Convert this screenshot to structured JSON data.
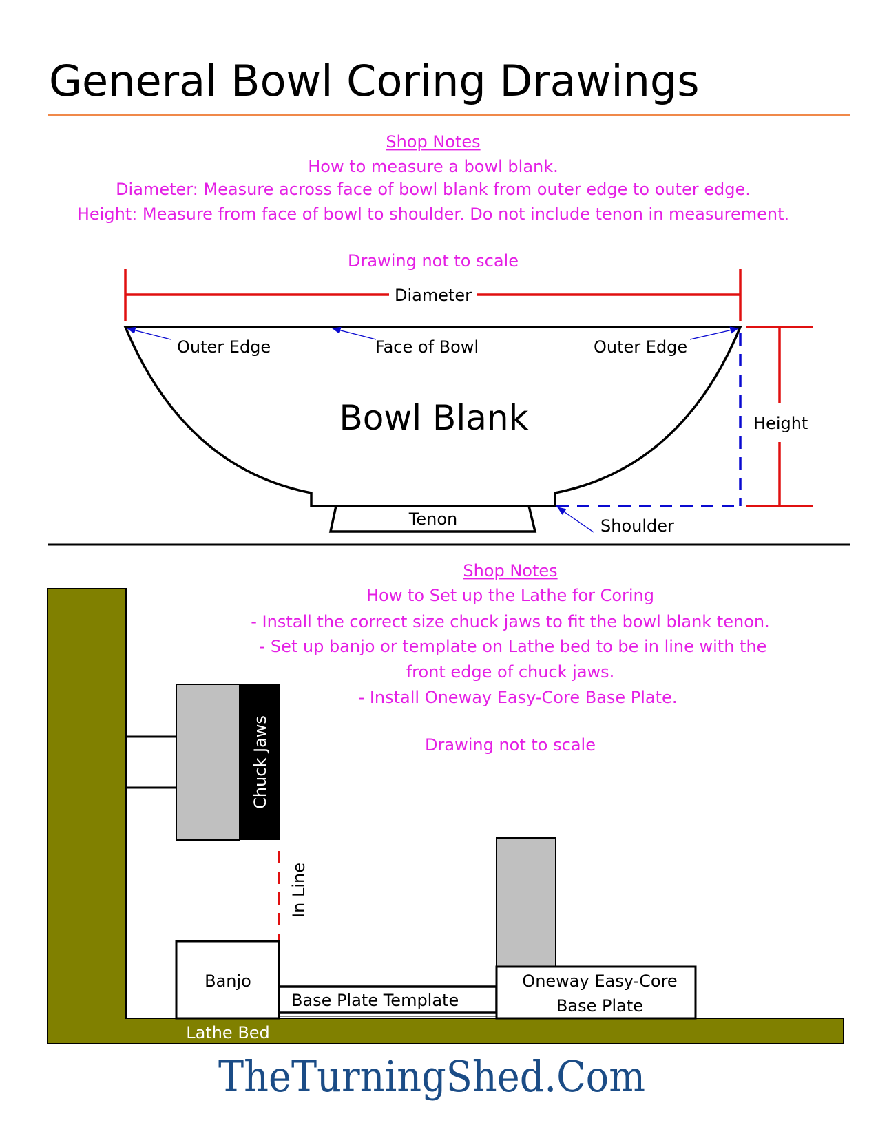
{
  "title": "General Bowl Coring Drawings",
  "colors": {
    "accent_line": "#f0894a",
    "notes": "#e41fe4",
    "dimension": "#e01010",
    "pointer": "#0a0ad0",
    "lathe": "#808000",
    "logo": "#1b4c86"
  },
  "section1": {
    "heading": "Shop Notes",
    "lines": [
      "How to measure a bowl blank.",
      "Diameter: Measure across face of bowl blank from outer edge to outer edge.",
      "Height: Measure from face of bowl to shoulder. Do not include tenon in measurement."
    ],
    "scale_note": "Drawing not to scale",
    "labels": {
      "diameter": "Diameter",
      "outer_edge_left": "Outer Edge",
      "face": "Face of Bowl",
      "outer_edge_right": "Outer Edge",
      "bowl": "Bowl Blank",
      "height": "Height",
      "tenon": "Tenon",
      "shoulder": "Shoulder"
    }
  },
  "section2": {
    "heading": "Shop Notes",
    "lines": [
      "How to Set up the Lathe for Coring",
      "- Install the correct size chuck jaws to fit the bowl blank tenon.",
      "- Set up banjo or template on Lathe bed to be in line with the",
      "front edge of chuck jaws.",
      "- Install Oneway Easy-Core Base Plate."
    ],
    "scale_note": "Drawing not to scale",
    "labels": {
      "chuck_jaws": "Chuck Jaws",
      "in_line": "In Line",
      "banjo": "Banjo",
      "template": "Base Plate Template",
      "base_plate_1": "Oneway Easy-Core",
      "base_plate_2": "Base Plate",
      "lathe_bed": "Lathe Bed"
    }
  },
  "logo": "TheTurningShed.Com"
}
